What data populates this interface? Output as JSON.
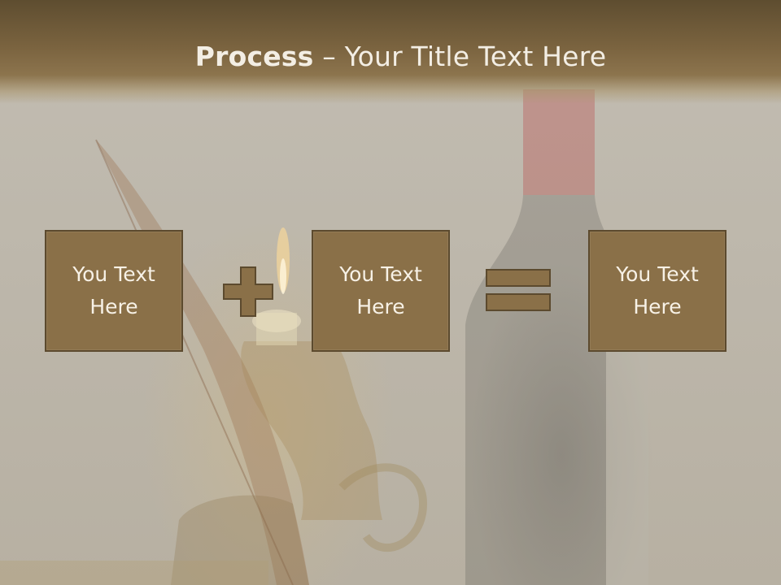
{
  "title": {
    "bold": "Process",
    "dash": " – ",
    "rest": "Your Title Text Here"
  },
  "boxes": [
    {
      "label": "You Text Here"
    },
    {
      "label": "You Text Here"
    },
    {
      "label": "You Text Here"
    }
  ],
  "operators": [
    "plus-icon",
    "equals-icon"
  ],
  "colors": {
    "header": "#6b5636",
    "box": "#8a7048",
    "box_border": "#5c4a2e",
    "text": "#f7f1e6"
  }
}
